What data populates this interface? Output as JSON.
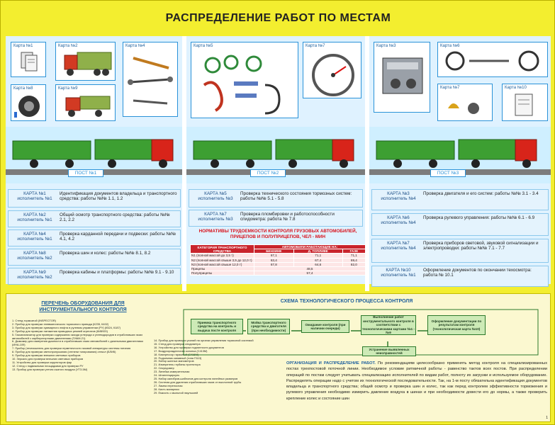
{
  "title": "РАСПРЕДЕЛЕНИЕ РАБОТ ПО МЕСТАМ",
  "cards_left": [
    "Карта №1",
    "Карта №2",
    "Карта №4",
    "Карта №8",
    "Карта №9"
  ],
  "cards_mid": [
    "Карта №5",
    "Карта №7"
  ],
  "cards_right": [
    "Карта №3",
    "Карта №6",
    "Карта №7",
    "Карта №10"
  ],
  "posts": [
    "ПОСТ №1",
    "ПОСТ №2",
    "ПОСТ №3"
  ],
  "post1_rows": [
    {
      "k": "КАРТА №1 исполнитель №1",
      "d": "Идентификация документов владельца и транспортного средства: работы №№ 1.1, 1.2"
    },
    {
      "k": "КАРТА №2 исполнитель №1",
      "d": "Общий осмотр транспортного средства: работы №№ 2.1, 2.2"
    },
    {
      "k": "КАРТА №4 исполнитель №1",
      "d": "Проверка карданной передачи и подвески: работы №№ 4.1, 4.2"
    },
    {
      "k": "КАРТА №8 исполнитель №2",
      "d": "Проверка шин и колес: работы №№ 8.1, 8.2"
    },
    {
      "k": "КАРТА №9 исполнитель №2",
      "d": "Проверка кабины и платформы: работы №№ 9.1 - 9.10"
    }
  ],
  "post2_rows": [
    {
      "k": "КАРТА №5 исполнитель №3",
      "d": "Проверка технического состояния тормозных систем: работы №№ 5.1 - 5.8"
    },
    {
      "k": "КАРТА №7 исполнитель №3",
      "d": "Проверка пломбировки и работоспособности спидометра: работа № 7.8"
    }
  ],
  "post3_rows": [
    {
      "k": "КАРТА №3 исполнитель №4",
      "d": "Проверка двигателя и его систем: работы №№ 3.1 - 3.4"
    },
    {
      "k": "КАРТА №6 исполнитель №4",
      "d": "Проверка рулевого управления: работы №№ 6.1 - 6.9"
    },
    {
      "k": "КАРТА №7 исполнитель №4",
      "d": "Проверка приборов световой, звуковой сигнализации и электропроводки: работы №№ 7.1 - 7.7"
    },
    {
      "k": "КАРТА №10 исполнитель №1",
      "d": "Оформление документов по окончании техосмотра: работа № 10.1"
    }
  ],
  "norms": {
    "title": "НОРМАТИВЫ ТРУДОЕМКОСТИ КОНТРОЛЯ ГРУЗОВЫХ АВТОМОБИЛЕЙ, ПРИЦЕПОВ И ПОЛУПРИЦЕПОВ, ЧЕЛ - МИН",
    "col_cat": "КАТЕГОРИЯ ТРАНСПОРТНОГО СРЕДСТВА",
    "col_group": "АВТОМОБИЛИ РАБОТАЮЩИЕ НА:",
    "col_fuels": [
      "БЕНЗИНЕ",
      "Д. ТОПЛИВЕ",
      "ГАЗЕ"
    ],
    "rows": [
      {
        "name": "N1 (полной массой до 3,5 т)",
        "v": [
          "67,1",
          "71,1",
          "71,1"
        ]
      },
      {
        "name": "N2 (полной массой свыше 3,5 до 12,0 т)",
        "v": [
          "63,4",
          "67,4",
          "69,4"
        ]
      },
      {
        "name": "N3 (полной массой свыше 12,0 т)",
        "v": [
          "67,8",
          "64,6",
          "82,0"
        ]
      },
      {
        "name": "Прицепы",
        "v": [
          "",
          "48,5",
          ""
        ]
      },
      {
        "name": "Полуприцепы",
        "v": [
          "",
          "57,4",
          ""
        ]
      }
    ]
  },
  "equipment": {
    "title": "ПЕРЕЧЕНЬ ОБОРУДОВАНИЯ ДЛЯ ИНСТРУМЕНТАЛЬНОГО КОНТРОЛЯ",
    "left": [
      "1. Стенд тормозной (INSPECTOR)",
      "2. Прибор для проверки пневматического тормозного привода (К235, К402)",
      "3. Прибор для проверки суммарного люфта в рулевом управлении (РУ) (К524, К187)",
      "4. Прибор для проверки натяжения приводных ремней агрегатов (КИ8920)",
      "5. Газоанализатор для проверки содержания оксида углерода и углеводородов в отработавших газах автомобилей с карбюраторными двигателями (ГИАМ-21)",
      "6. Дымомер для измерения дымности в отработавших газах автомобилей с дизельными двигателями (ИНА-109)",
      "7. Прибор (течеискатель для проверки герметичности газовой аппаратуры системы питания",
      "8. Прибор для проверки светопропускания (степени тонирования) стекол (БЛИК)",
      "9. Прибор для проверки внешних световых приборов",
      "10. Зеркало для проверки внешних световых приборов",
      "11. Устройство для проверки корректоров фар",
      "12. Стенд с подвижными площадками для проверки РУ",
      "13. Прибор для проверки утечек сжатого воздуха (УТЗ-5М)"
    ],
    "right": [
      "14. Прибор для проверки усилий на органах управления тормозной системой",
      "15. Стенд для проверки спидометра",
      "16. Устройство для проверки подлинности документов",
      "17. Воздухораздаточная колонка (С413М)",
      "18. Компрессор гаражный (С416М)",
      "19. Подъемник канавный (типа П113)",
      "20. Набор шинных манометров",
      "21. Измеритель глубины протектора",
      "22. Секундомер",
      "23. Линейка измерительная",
      "24. Штангенциркуль",
      "25. Набор калибров-шаблонов для контроля линейных размеров",
      "26. Система для удаления отработавших газов от выхлопной трубы",
      "27. Лампа переносная",
      "28. Кисть малярная",
      "29. Емкость с мыльной эмульсией"
    ]
  },
  "scheme": {
    "title": "СХЕМА ТЕХНОЛОГИЧЕСКОГО ПРОЦЕССА КОНТРОЛЯ",
    "boxes": [
      "Приемка транспортного средства на контроль и выдача посте контроля",
      "Мойка транспортного средства и двигателя (при необходимости)",
      "Ожидание контроля (при наличии очереди)",
      "Выполнение работ инструментального контроля в соответствии с технологическими картами №1 - №9",
      "Оформление документации по результатам контроля (технологическая карта №10)",
      "Устранение выявленных неисправностей"
    ]
  },
  "org": {
    "heading": "ОРГАНИЗАЦИЯ И РАСПРЕДЕЛЕНИЕ РАБОТ.",
    "text": "По рекомендациям целесообразно применять метод контроля на специализированных постах трехпостовой поточной линии. Необходимое условие ритмичной работы - равенство тактов всех постов. При распределении операций по постам следует учитывать специализацию исполнителей по видам работ, полноту их загрузки и используемое оборудование. Распределять операции надо с учетом их технологической последовательности. Так, на 1-м посту обязательна идентификация документов владельца и транспортного средства; общий осмотр и проверка шин и колес, так как перед контролем эффективности торможения и рулевого управления необходимо измерить давление воздуха в шинах и при необходимости довести его до нормы, а также проверить крепление колес и состояние шин"
  },
  "page_number": "1"
}
